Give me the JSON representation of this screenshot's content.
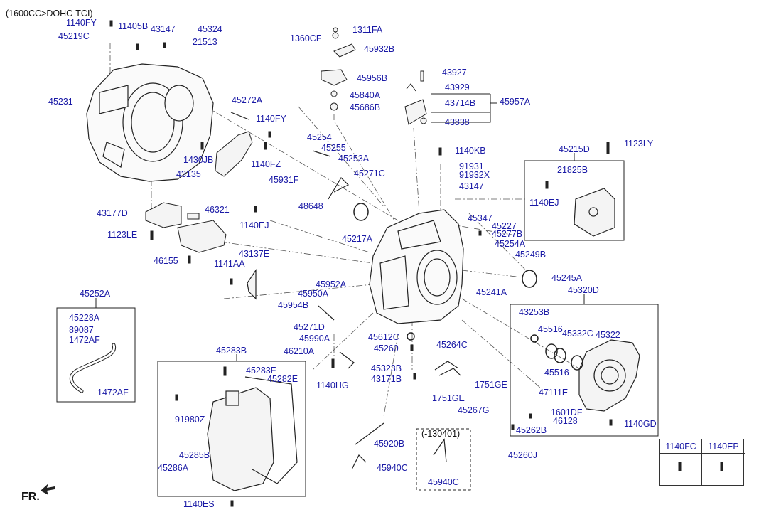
{
  "header": {
    "spec": "(1600CC>DOHC-TCI)"
  },
  "direction_label": "FR.",
  "legend": {
    "col1": "1140FC",
    "col2": "1140EP"
  },
  "parts": {
    "p1140FY_a": "1140FY",
    "p11405B": "11405B",
    "p43147_a": "43147",
    "p45324": "45324",
    "p45219C": "45219C",
    "p21513": "21513",
    "p1311FA": "1311FA",
    "p1360CF": "1360CF",
    "p45932B": "45932B",
    "p45956B": "45956B",
    "p43927": "43927",
    "p43929": "43929",
    "p45840A": "45840A",
    "p43714B": "43714B",
    "p45957A": "45957A",
    "p45686B": "45686B",
    "p43838": "43838",
    "p45231": "45231",
    "p45272A": "45272A",
    "p1140FY_b": "1140FY",
    "p45254_a": "45254",
    "p45255": "45255",
    "p45253A": "45253A",
    "p1140KB": "1140KB",
    "p45215D": "45215D",
    "p1123LY": "1123LY",
    "p1430JB": "1430JB",
    "p1140FZ": "1140FZ",
    "p91931": "91931",
    "p91932X": "91932X",
    "p21825B": "21825B",
    "p43135": "43135",
    "p45271C_a": "45271C",
    "p43147_b": "43147",
    "p45931F": "45931F",
    "p1140EJ_a": "1140EJ",
    "p48648": "48648",
    "p43177D": "43177D",
    "p46321": "46321",
    "p45347": "45347",
    "p1140EJ_b": "1140EJ",
    "p45227": "45227",
    "p45277B": "45277B",
    "p1123LE": "1123LE",
    "p45217A": "45217A",
    "p45254A": "45254A",
    "p43137E": "43137E",
    "p45249B": "45249B",
    "p46155": "46155",
    "p1141AA": "1141AA",
    "p45245A": "45245A",
    "p45952A": "45952A",
    "p45252A": "45252A",
    "p45950A": "45950A",
    "p45241A": "45241A",
    "p45320D": "45320D",
    "p45954B": "45954B",
    "p43253B": "43253B",
    "p45228A": "45228A",
    "p45271D": "45271D",
    "p45516_a": "45516",
    "p45332C": "45332C",
    "p45322": "45322",
    "p89087": "89087",
    "p45612C": "45612C",
    "p45990A": "45990A",
    "p1472AF_a": "1472AF",
    "p45260": "45260",
    "p45264C": "45264C",
    "p45283B": "45283B",
    "p46210A": "46210A",
    "p45323B": "45323B",
    "p45516_b": "45516",
    "p45283F": "45283F",
    "p45282E": "45282E",
    "p43171B": "43171B",
    "p1751GE_a": "1751GE",
    "p1140HG": "1140HG",
    "p47111E": "47111E",
    "p1472AF_b": "1472AF",
    "p1751GE_b": "1751GE",
    "p45267G": "45267G",
    "p1601DF": "1601DF",
    "p91980Z": "91980Z",
    "p46128": "46128",
    "p1140GD": "1140GD",
    "p45262B": "45262B",
    "p130401": "(-130401)",
    "p45920B": "45920B",
    "p45285B": "45285B",
    "p45260J": "45260J",
    "p45286A": "45286A",
    "p45940C_a": "45940C",
    "p45940C_b": "45940C",
    "p1140ES": "1140ES"
  }
}
